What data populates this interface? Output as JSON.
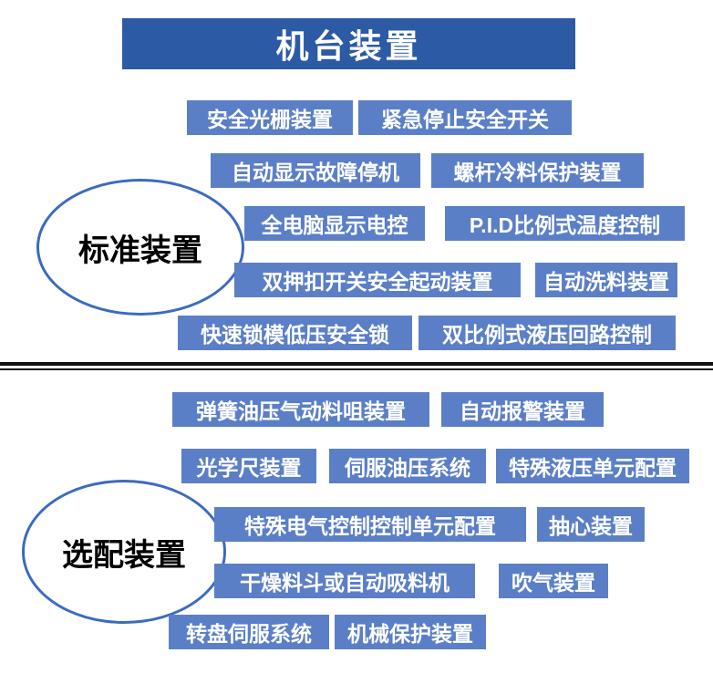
{
  "title": "机台装置",
  "colors": {
    "title_bg": "#2c5aa5",
    "item_bg": "#5b7fc7",
    "ellipse_border": "#3c6bbf",
    "divider_color": "#111111"
  },
  "standard": {
    "group_label": "标准装置",
    "items": [
      "安全光栅装置",
      "紧急停止安全开关",
      "自动显示故障停机",
      "螺杆冷料保护装置",
      "全电脑显示电控",
      "P.I.D比例式温度控制",
      "双押扣开关安全起动装置",
      "自动洗料装置",
      "快速锁模低压安全锁",
      "双比例式液压回路控制"
    ]
  },
  "optional": {
    "group_label": "选配装置",
    "items": [
      "弹簧油压气动料咀装置",
      "自动报警装置",
      "光学尺装置",
      "伺服油压系统",
      "特殊液压单元配置",
      "特殊电气控制控制单元配置",
      "抽心装置",
      "干燥料斗或自动吸料机",
      "吹气装置",
      "转盘伺服系统",
      "机械保护装置"
    ]
  }
}
